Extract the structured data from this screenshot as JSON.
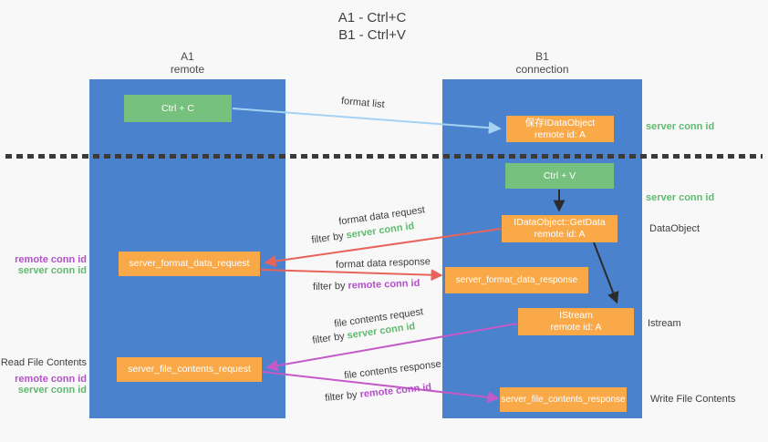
{
  "title": {
    "line1": "A1 - Ctrl+C",
    "line2": "B1 - Ctrl+V"
  },
  "lifelines": {
    "a1": {
      "id": "A1",
      "role": "remote"
    },
    "b1": {
      "id": "B1",
      "role": "connection"
    }
  },
  "nodes": {
    "ctrl_c": {
      "label": "Ctrl + C"
    },
    "save_dataobject": {
      "line1": "保存IDataObject",
      "line2": "remote id: A"
    },
    "ctrl_v": {
      "label": "Ctrl + V"
    },
    "getdata": {
      "line1": "IDataObject::GetData",
      "line2": "remote id: A"
    },
    "format_request": {
      "label": "server_format_data_request"
    },
    "format_response": {
      "label": "server_format_data_response"
    },
    "istream": {
      "line1": "IStream",
      "line2": "remote id: A"
    },
    "file_request": {
      "label": "server_file_contents_request"
    },
    "file_response": {
      "label": "server_file_contents_response"
    }
  },
  "flows": {
    "format_list": {
      "label": "format list"
    },
    "format_data_request": {
      "label": "format data request",
      "filter_prefix": "filter by ",
      "filter_key": "server conn id"
    },
    "format_data_response": {
      "label": "format data response",
      "filter_prefix": "filter by ",
      "filter_key": "remote conn id"
    },
    "file_contents_request": {
      "label": "file contents request",
      "filter_prefix": "filter by ",
      "filter_key": "server conn id"
    },
    "file_contents_response": {
      "label": "file contents response",
      "filter_prefix": "filter by ",
      "filter_key": "remote conn id"
    }
  },
  "side_labels": {
    "right_server_conn_top": "server conn id",
    "right_server_conn_mid": "server conn id",
    "dataobject": "DataObject",
    "istream": "Istream",
    "write_file_contents": "Write File Contents",
    "left_remote_conn_top": "remote conn id",
    "left_server_conn_top": "server conn id",
    "read_file_contents": "Read File Contents",
    "left_remote_conn_bottom": "remote conn id",
    "left_server_conn_bottom": "server conn id"
  },
  "colors": {
    "lifeline_blue": "#4a82cd",
    "node_orange": "#f9a948",
    "node_green": "#77c17e",
    "arrow_light_blue": "#a5d2f3",
    "arrow_red": "#e8635a",
    "arrow_magenta": "#c45ac8",
    "arrow_black": "#2b2b2b",
    "text_green": "#5fba6e",
    "text_purple": "#b44fc8",
    "text_dark": "#3d3d3d"
  }
}
